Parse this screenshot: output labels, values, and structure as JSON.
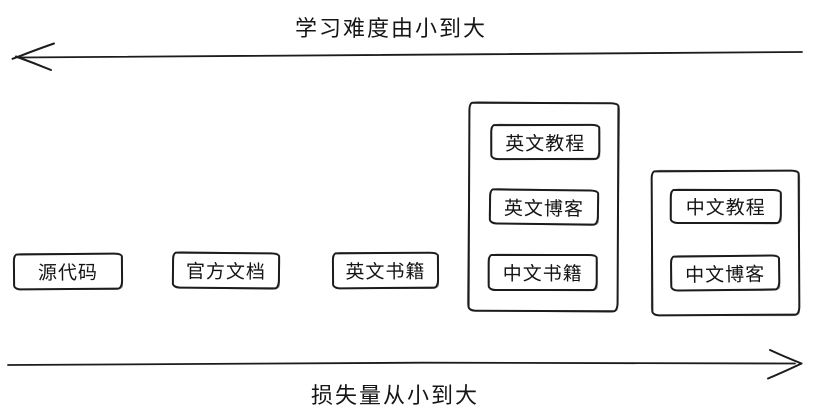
{
  "axes": {
    "top": {
      "label": "学习难度由小到大",
      "direction": "left"
    },
    "bottom": {
      "label": "损失量从小到大",
      "direction": "right"
    }
  },
  "boxes": [
    {
      "label": "源代码"
    },
    {
      "label": "官方文档"
    },
    {
      "label": "英文书籍"
    }
  ],
  "groups": [
    {
      "items": [
        {
          "label": "英文教程"
        },
        {
          "label": "英文博客"
        },
        {
          "label": "中文书籍"
        }
      ]
    },
    {
      "items": [
        {
          "label": "中文教程"
        },
        {
          "label": "中文博客"
        }
      ]
    }
  ],
  "colors": {
    "stroke": "#1c1c1c",
    "background": "#ffffff",
    "text": "#161616"
  }
}
